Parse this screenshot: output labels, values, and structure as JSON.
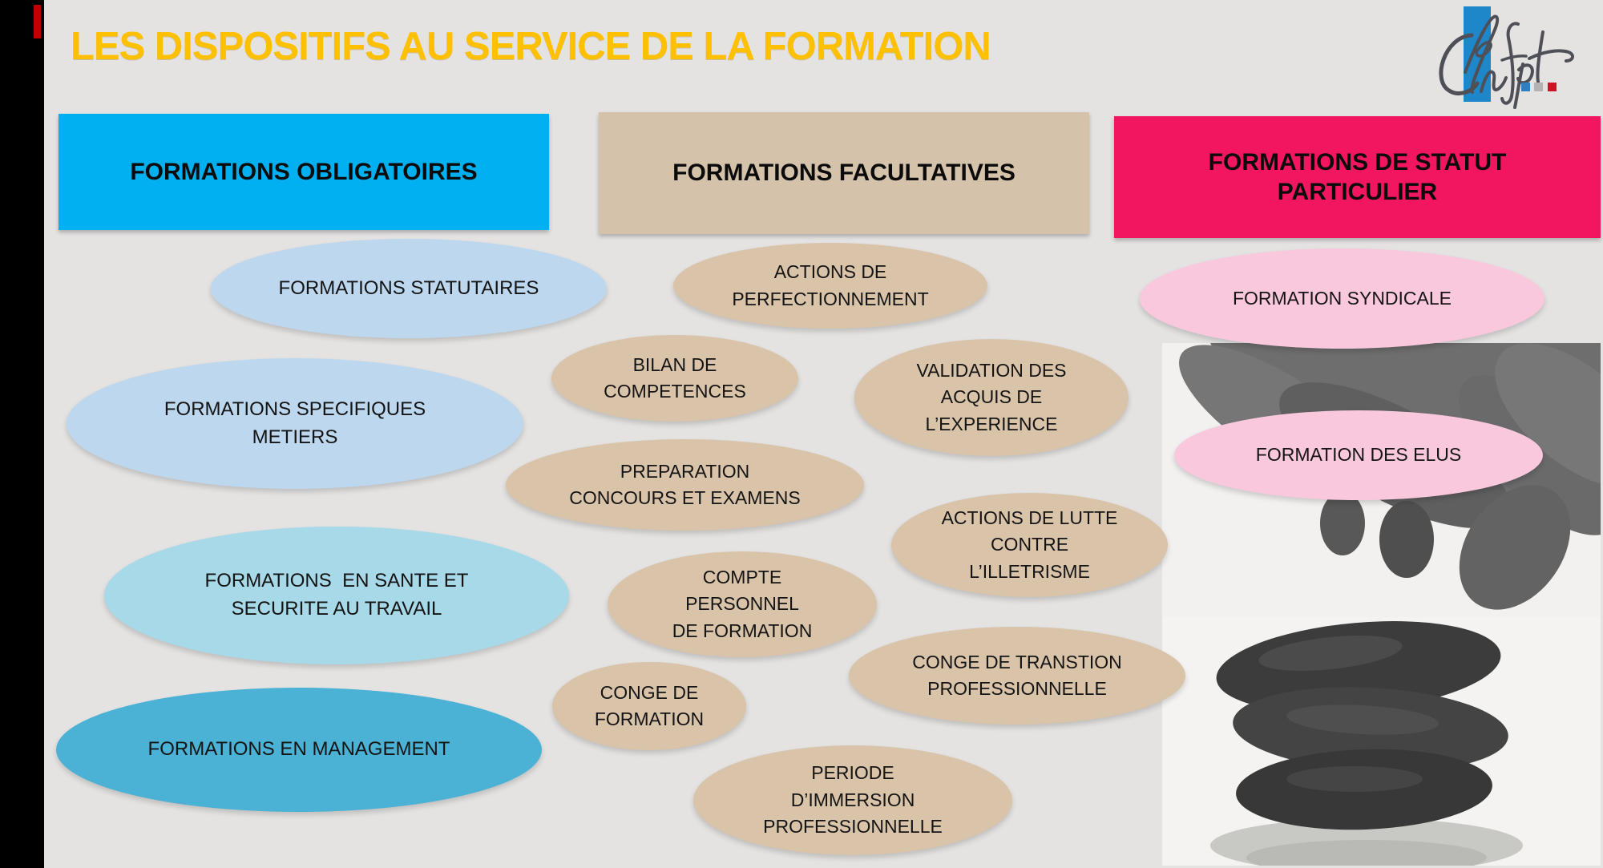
{
  "slide": {
    "title": "LES DISPOSITIFS AU SERVICE DE LA FORMATION",
    "background_color": "#e4e3e2",
    "left_edge_bar_color": "#000000",
    "red_accent_color": "#c00000",
    "title_color": "#ffc000"
  },
  "logo": {
    "name": "le cnfpt",
    "bar_color": "#1e87c9",
    "script_color": "#4e4f57",
    "square_colors": [
      "#2e7fc1",
      "#b3b3b3",
      "#cf1125"
    ]
  },
  "headers": [
    {
      "id": "obligatoires",
      "label": "FORMATIONS OBLIGATOIRES",
      "color": "#00b0f0"
    },
    {
      "id": "facultatives",
      "label": "FORMATIONS FACULTATIVES",
      "color": "#d5c2ab"
    },
    {
      "id": "statut-particulier",
      "label": "FORMATIONS DE STATUT\nPARTICULIER",
      "color": "#f2155f"
    }
  ],
  "bubbles": [
    {
      "label": "FORMATIONS STATUTAIRES",
      "column": "obligatoires",
      "color": "#bdd7ee"
    },
    {
      "label": "FORMATIONS SPECIFIQUES\nMETIERS",
      "column": "obligatoires",
      "color": "#bdd7ee"
    },
    {
      "label": "FORMATIONS  EN SANTE ET\nSECURITE AU TRAVAIL",
      "column": "obligatoires",
      "color": "#a8d9e8"
    },
    {
      "label": "FORMATIONS EN MANAGEMENT",
      "column": "obligatoires",
      "color": "#4cb2d5"
    },
    {
      "label": "ACTIONS DE\nPERFECTIONNEMENT",
      "column": "facultatives",
      "color": "#d9c3a9"
    },
    {
      "label": "BILAN DE\nCOMPETENCES",
      "column": "facultatives",
      "color": "#d9c3a9"
    },
    {
      "label": "VALIDATION DES\nACQUIS DE\nL’EXPERIENCE",
      "column": "facultatives",
      "color": "#d9c3a9"
    },
    {
      "label": "PREPARATION\nCONCOURS ET EXAMENS",
      "column": "facultatives",
      "color": "#d9c3a9"
    },
    {
      "label": "ACTIONS DE LUTTE\nCONTRE\nL’ILLETRISME",
      "column": "facultatives",
      "color": "#d9c3a9"
    },
    {
      "label": "COMPTE\nPERSONNEL\nDE FORMATION",
      "column": "facultatives",
      "color": "#d9c3a9"
    },
    {
      "label": "CONGE DE\nFORMATION",
      "column": "facultatives",
      "color": "#d9c3a9"
    },
    {
      "label": "CONGE DE TRANSTION\nPROFESSIONNELLE",
      "column": "facultatives",
      "color": "#d9c3a9"
    },
    {
      "label": "PERIODE\nD’IMMERSION\nPROFESSIONNELLE",
      "column": "facultatives",
      "color": "#d9c3a9"
    },
    {
      "label": "FORMATION SYNDICALE",
      "column": "statut-particulier",
      "color": "#f9c8dc"
    },
    {
      "label": "FORMATION DES ELUS",
      "column": "statut-particulier",
      "color": "#f9c8dc"
    }
  ],
  "images": [
    {
      "name": "hand-photo",
      "description": "grayscale hand reaching down"
    },
    {
      "name": "stones-photo",
      "description": "grayscale stack of three pebbles with reflection"
    }
  ]
}
